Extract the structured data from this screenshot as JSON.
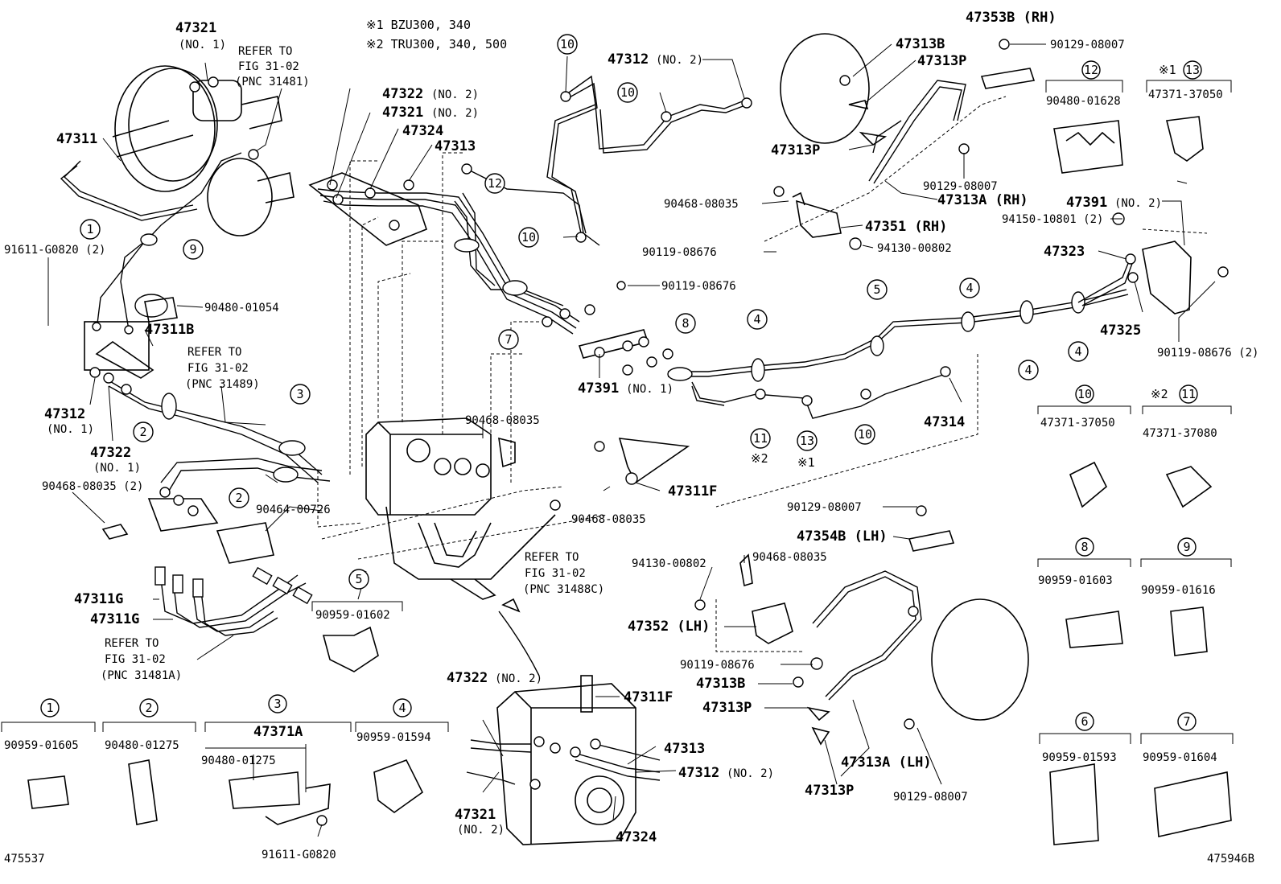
{
  "notes": {
    "note1": "※1 BZU300, 340",
    "note2": "※2 TRU300, 340, 500"
  },
  "footer": {
    "left_id": "475537",
    "right_id": "475946B"
  },
  "labels": {
    "p47321_no1": "47321",
    "no1_a": "(NO. 1)",
    "refer1a": "REFER TO",
    "refer1b": "FIG 31-02",
    "refer1c": "(PNC 31481)",
    "p47311": "47311",
    "p91611_2": "91611-G0820 (2)",
    "p90480_01054": "90480-01054",
    "p47311b": "47311B",
    "refer2a": "REFER TO",
    "refer2b": "FIG 31-02",
    "refer2c": "(PNC 31489)",
    "p47312": "47312",
    "no1_b": "(NO. 1)",
    "p47322_no1": "47322",
    "no1_c": "(NO. 1)",
    "p90468_2": "90468-08035 (2)",
    "p90464": "90464-00726",
    "p47311g_a": "47311G",
    "p47311g_b": "47311G",
    "refer3a": "REFER TO",
    "refer3b": "FIG 31-02",
    "refer3c": "(PNC 31481A)",
    "p90959_01602": "90959-01602",
    "p47322_no2": "47322",
    "no2_a": "(NO. 2)",
    "p47321_no2": "47321",
    "no2_b": "(NO. 2)",
    "p47324": "47324",
    "p47313": "47313",
    "p47312_no2": "47312",
    "no2_c": "(NO. 2)",
    "p90468_c1": "90468-08035",
    "p90468_c2": "90468-08035",
    "p47311f": "47311F",
    "refer4a": "REFER TO",
    "refer4b": "FIG 31-02",
    "refer4c": "(PNC 31488C)",
    "p47391_no1": "47391",
    "no1_d": "(NO. 1)",
    "p90119_c": "90119-08676",
    "p47353b": "47353B (RH)",
    "p90129_a": "90129-08007",
    "p47313b_rh": "47313B",
    "p47313p_rh1": "47313P",
    "p47313p_rh2": "47313P",
    "p90129_b": "90129-08007",
    "p47313a_rh": "47313A (RH)",
    "p90468_rh": "90468-08035",
    "p47351": "47351 (RH)",
    "p90119_rh": "90119-08676",
    "p94130_rh": "94130-00802",
    "p47314": "47314",
    "p90480_01628": "90480-01628",
    "p47371_37050_a": "47371-37050",
    "p47391_no2": "47391",
    "no2_d": "(NO. 2)",
    "p94150": "94150-10801 (2)",
    "p47323": "47323",
    "p47325": "47325",
    "p90119_2": "90119-08676 (2)",
    "p47371_37050_b": "47371-37050",
    "p47371_37080": "47371-37080",
    "p90959_01603": "90959-01603",
    "p90959_01616": "90959-01616",
    "p90959_01593": "90959-01593",
    "p90959_01604": "90959-01604",
    "p90129_c": "90129-08007",
    "p47354b": "47354B (LH)",
    "p94130_lh": "94130-00802",
    "p90468_lh": "90468-08035",
    "p47352": "47352 (LH)",
    "p90119_lh": "90119-08676",
    "p47313b_lh": "47313B",
    "p47313p_lh1": "47313P",
    "p47313p_lh2": "47313P",
    "p47313a_lh": "47313A (LH)",
    "p90129_d": "90129-08007",
    "p47311f_b": "47311F",
    "p47313_b": "47313",
    "p47312_no2_b": "47312",
    "no2_e": "(NO. 2)",
    "p47321_no2_b": "47321",
    "no2_f": "(NO. 2)",
    "p47324_b": "47324",
    "p90959_01605": "90959-01605",
    "p90480_01275_a": "90480-01275",
    "p47371a": "47371A",
    "p90480_01275_b": "90480-01275",
    "p91611": "91611-G0820",
    "p90959_01594": "90959-01594"
  },
  "callouts": {
    "c1": "1",
    "c2a": "2",
    "c2b": "2",
    "c3": "3",
    "c4a": "4",
    "c4b": "4",
    "c4c": "4",
    "c4d": "4",
    "c5a": "5",
    "c5b": "5",
    "c7": "7",
    "c8": "8",
    "c9": "9",
    "c10a": "10",
    "c10b": "10",
    "c10c": "10",
    "c10d": "10",
    "c11": "11",
    "c12": "12",
    "c13": "13",
    "k1": "1",
    "k2": "2",
    "k3": "3",
    "k4": "4",
    "k6": "6",
    "k7": "7",
    "k8": "8",
    "k9": "9",
    "k10": "10",
    "k11": "11",
    "k12": "12",
    "k13": "13",
    "star2": "※2",
    "star1": "※1",
    "star1k": "※1",
    "star2k": "※2"
  }
}
